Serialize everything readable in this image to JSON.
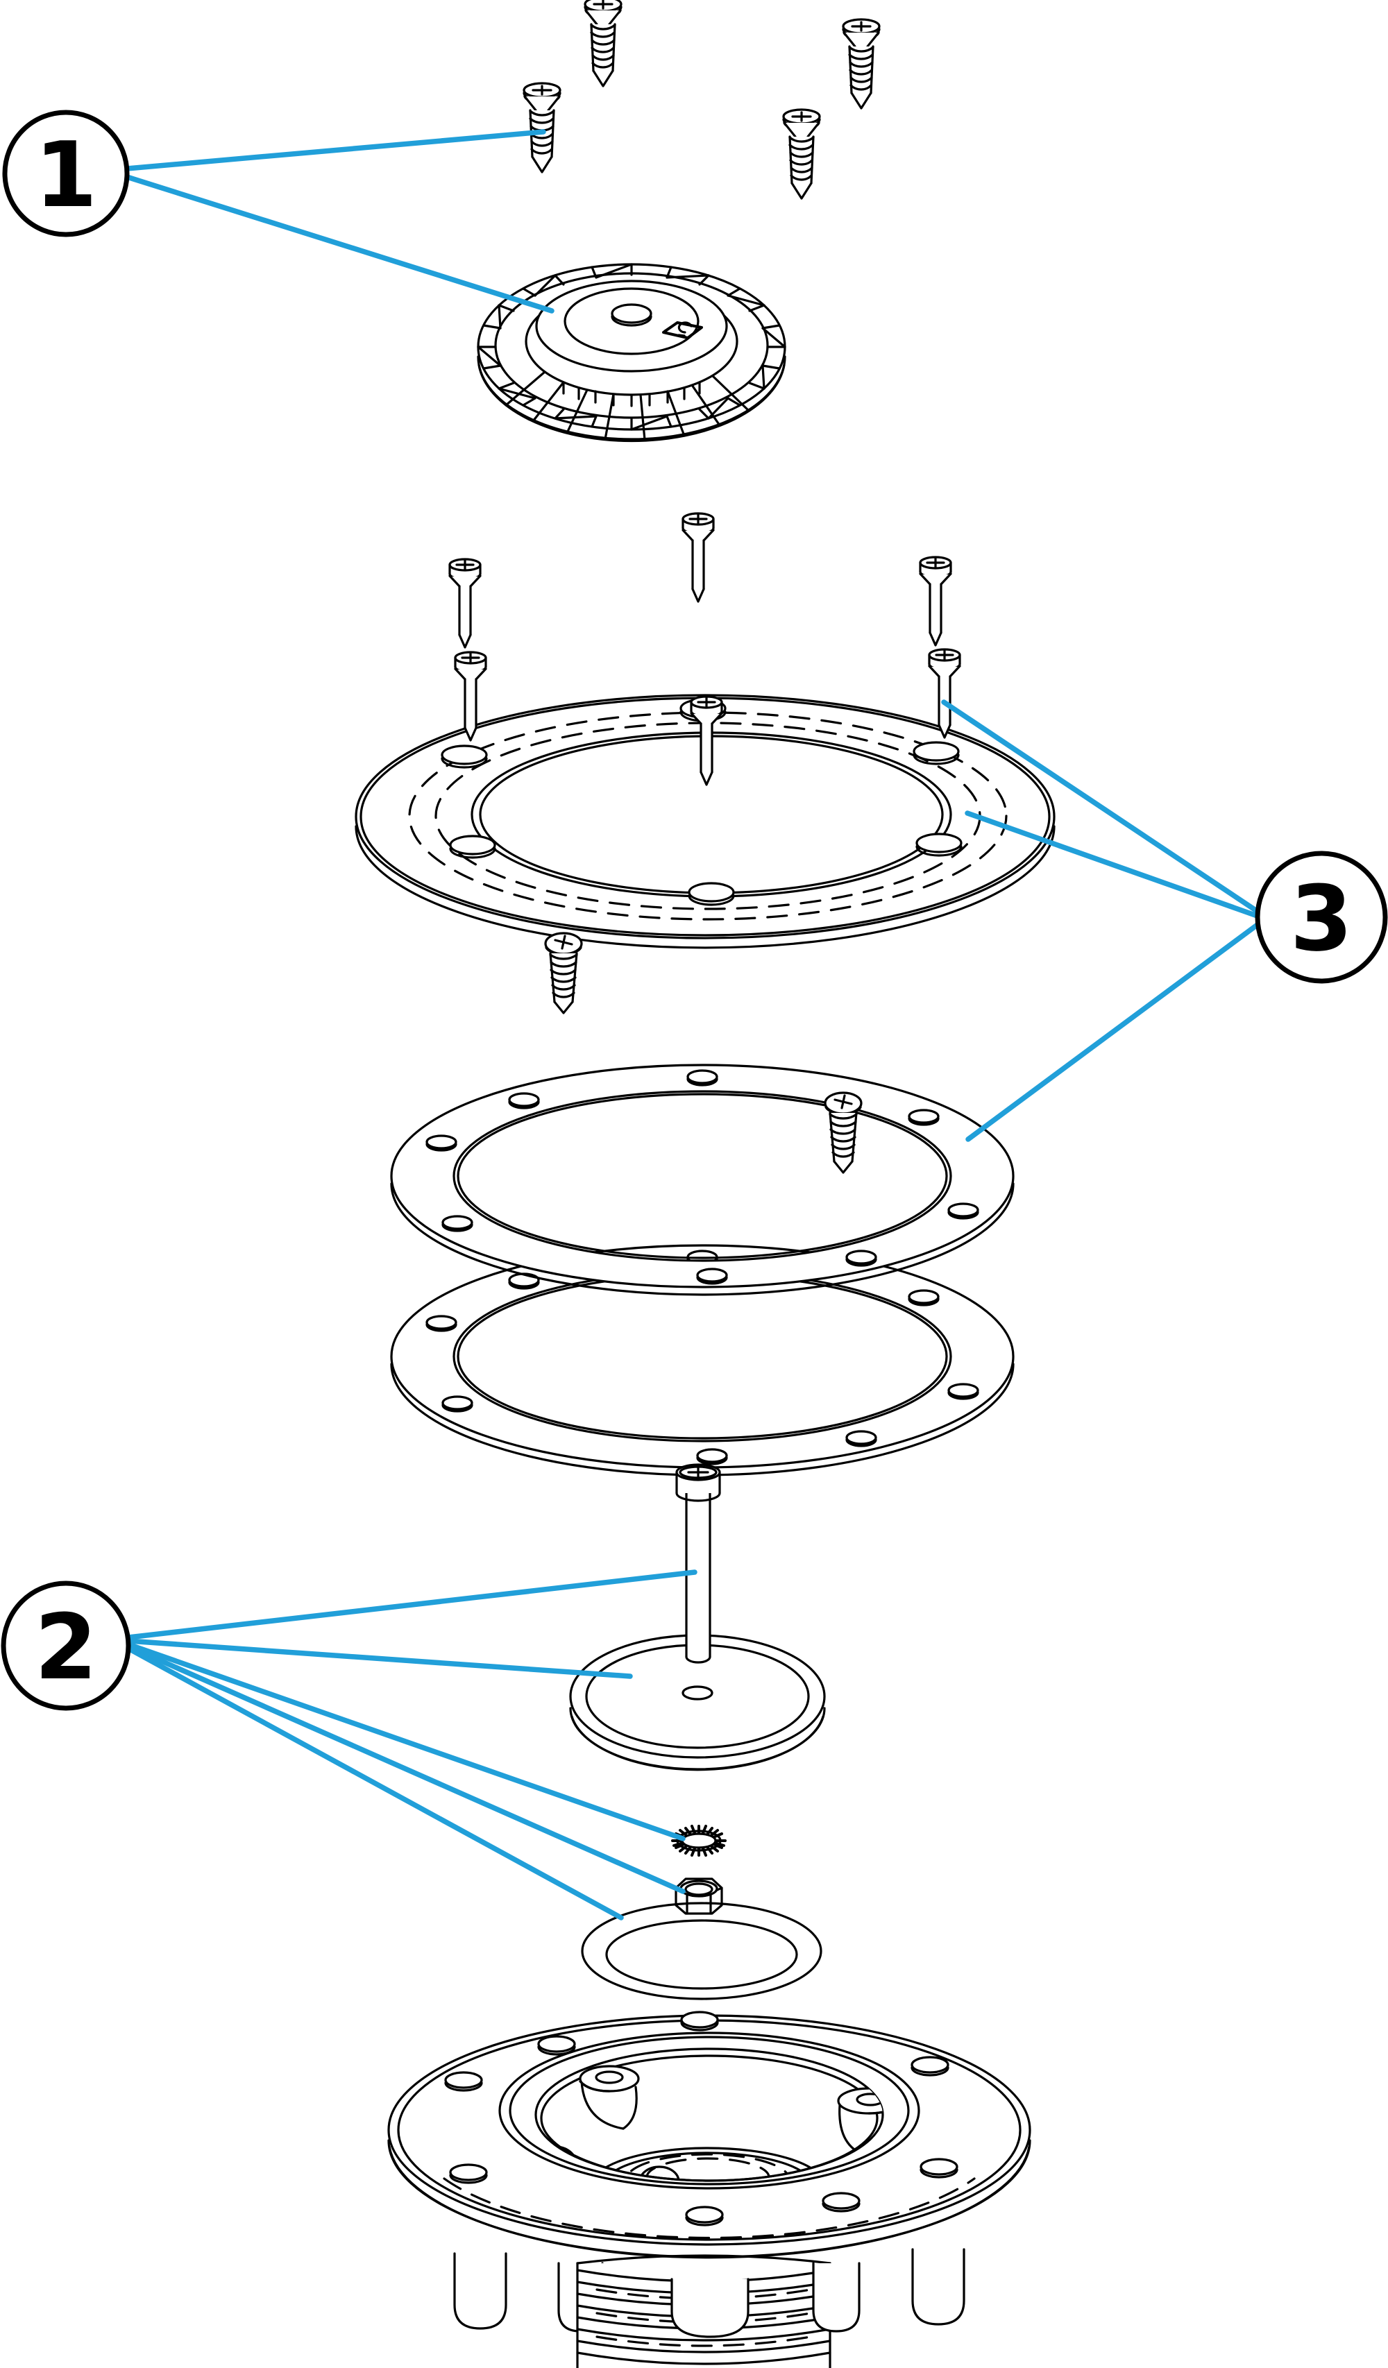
{
  "page": {
    "background": "#ffffff"
  },
  "diagram": {
    "type": "exploded-parts-diagram",
    "subject": "pool-main-drain-assembly",
    "colors": {
      "accent": "#219fd9",
      "ink": "#000000",
      "paper": "#ffffff"
    },
    "callouts": [
      {
        "number": "1",
        "points_to": [
          "cover-screws",
          "top-cover-grille"
        ]
      },
      {
        "number": "2",
        "points_to": [
          "fastening-pin-shaft",
          "fastening-pin-disc",
          "lock-washer",
          "hex-nut",
          "o-ring"
        ]
      },
      {
        "number": "3",
        "points_to": [
          "flange-screw",
          "flange-ring",
          "gasket"
        ]
      }
    ],
    "parts": [
      "cover-screw",
      "top-cover-grille",
      "brand-logo",
      "flange-screw",
      "flange-ring",
      "gasket-upper",
      "gasket-lower",
      "gasket-screw",
      "fastening-pin",
      "lock-washer",
      "hex-nut",
      "o-ring",
      "drain-body",
      "threaded-outlet",
      "mounting-foot"
    ]
  }
}
